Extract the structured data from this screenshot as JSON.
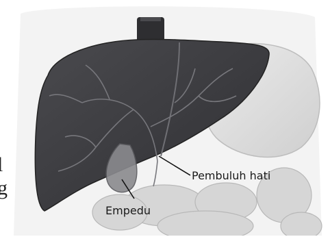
{
  "labels": {
    "hepatic_vessel": "Pembuluh hati",
    "gallbladder": "Empedu"
  },
  "clipped_text": [
    "l",
    "g"
  ],
  "colors": {
    "liver": "#3d3d40",
    "liver_dark": "#2a2a2d",
    "vessels": "#77777c",
    "organs_background": "#dcdcdc",
    "gallbladder": "#8a8a8e"
  }
}
